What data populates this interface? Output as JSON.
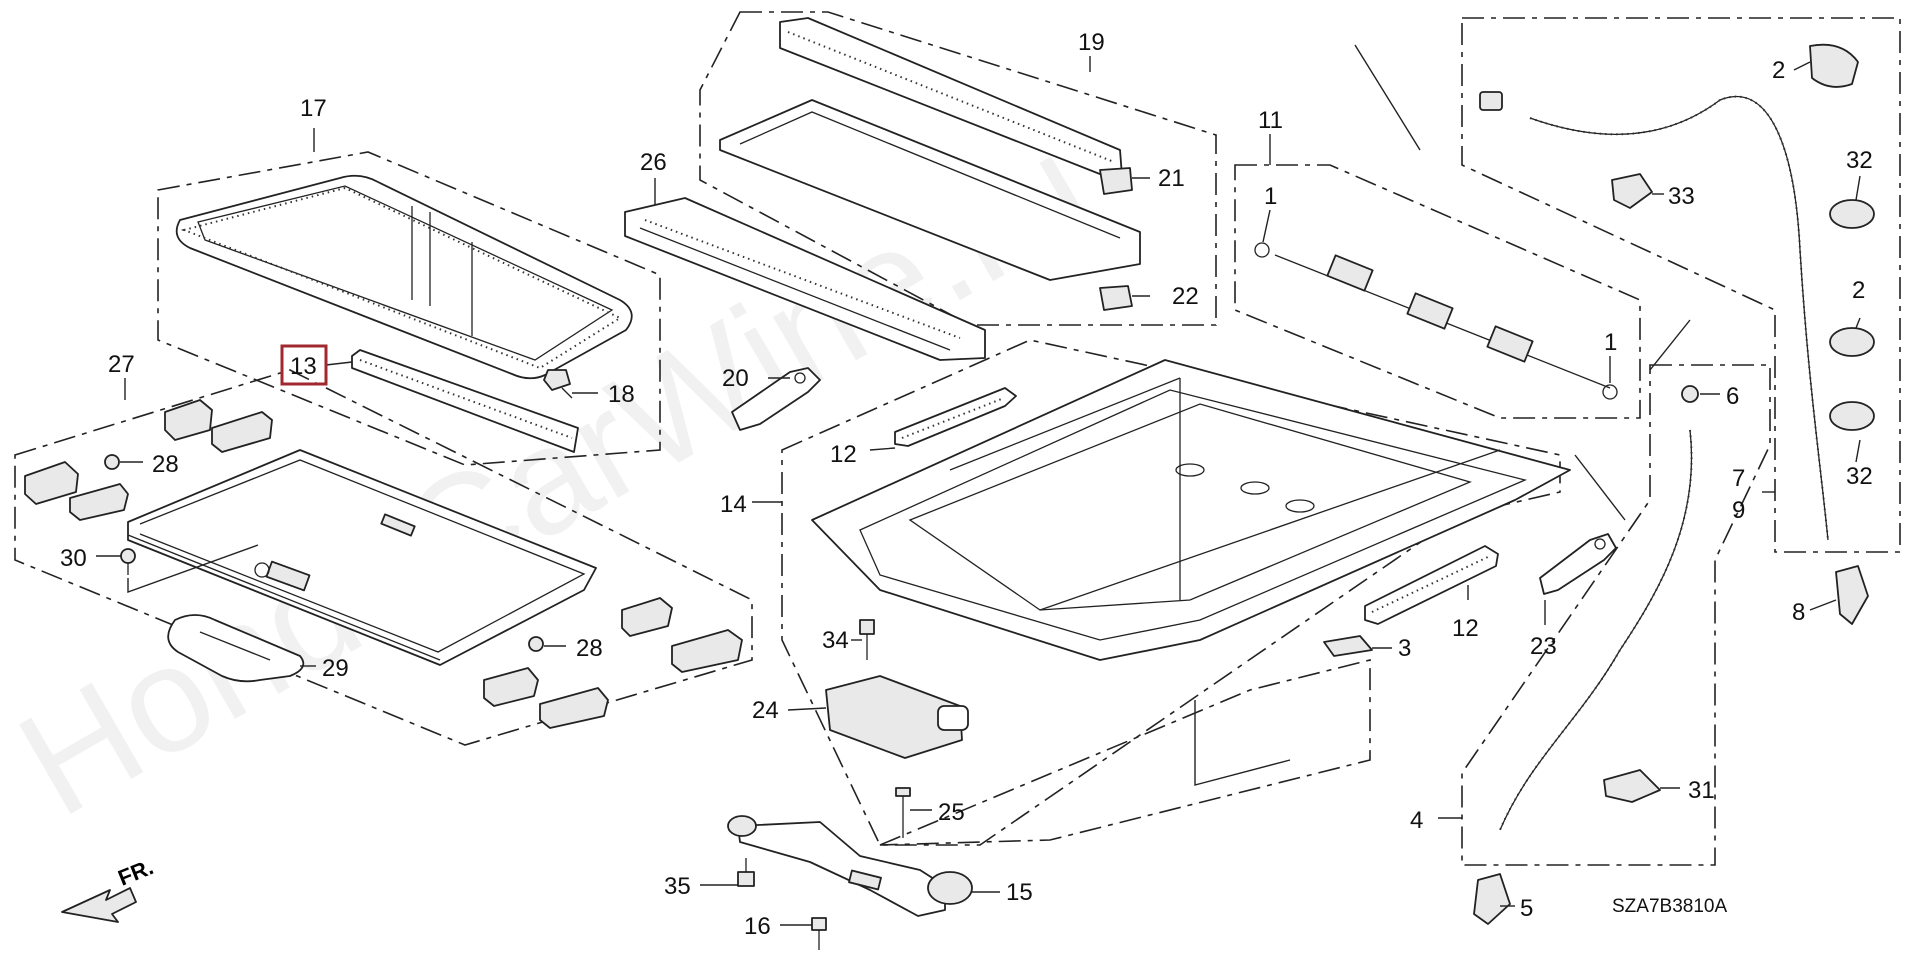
{
  "diagram_code": "SZA7B3810A",
  "front_indicator": "FR.",
  "watermark": "HondaCarWine.ru",
  "highlight_color": "#a0282f",
  "callouts": [
    {
      "id": "c1a",
      "text": "1"
    },
    {
      "id": "c1b",
      "text": "1"
    },
    {
      "id": "c2a",
      "text": "2"
    },
    {
      "id": "c2b",
      "text": "2"
    },
    {
      "id": "c3",
      "text": "3"
    },
    {
      "id": "c4",
      "text": "4"
    },
    {
      "id": "c5",
      "text": "5"
    },
    {
      "id": "c6",
      "text": "6"
    },
    {
      "id": "c7",
      "text": "7"
    },
    {
      "id": "c8",
      "text": "8"
    },
    {
      "id": "c9",
      "text": "9"
    },
    {
      "id": "c11",
      "text": "11"
    },
    {
      "id": "c12a",
      "text": "12"
    },
    {
      "id": "c12b",
      "text": "12"
    },
    {
      "id": "c13",
      "text": "13"
    },
    {
      "id": "c14",
      "text": "14"
    },
    {
      "id": "c15",
      "text": "15"
    },
    {
      "id": "c16",
      "text": "16"
    },
    {
      "id": "c17",
      "text": "17"
    },
    {
      "id": "c18",
      "text": "18"
    },
    {
      "id": "c19",
      "text": "19"
    },
    {
      "id": "c20",
      "text": "20"
    },
    {
      "id": "c21",
      "text": "21"
    },
    {
      "id": "c22",
      "text": "22"
    },
    {
      "id": "c23",
      "text": "23"
    },
    {
      "id": "c24",
      "text": "24"
    },
    {
      "id": "c25",
      "text": "25"
    },
    {
      "id": "c26",
      "text": "26"
    },
    {
      "id": "c27",
      "text": "27"
    },
    {
      "id": "c28a",
      "text": "28"
    },
    {
      "id": "c28b",
      "text": "28"
    },
    {
      "id": "c29",
      "text": "29"
    },
    {
      "id": "c30",
      "text": "30"
    },
    {
      "id": "c31",
      "text": "31"
    },
    {
      "id": "c32a",
      "text": "32"
    },
    {
      "id": "c32b",
      "text": "32"
    },
    {
      "id": "c33",
      "text": "33"
    },
    {
      "id": "c34",
      "text": "34"
    },
    {
      "id": "c35",
      "text": "35"
    }
  ]
}
